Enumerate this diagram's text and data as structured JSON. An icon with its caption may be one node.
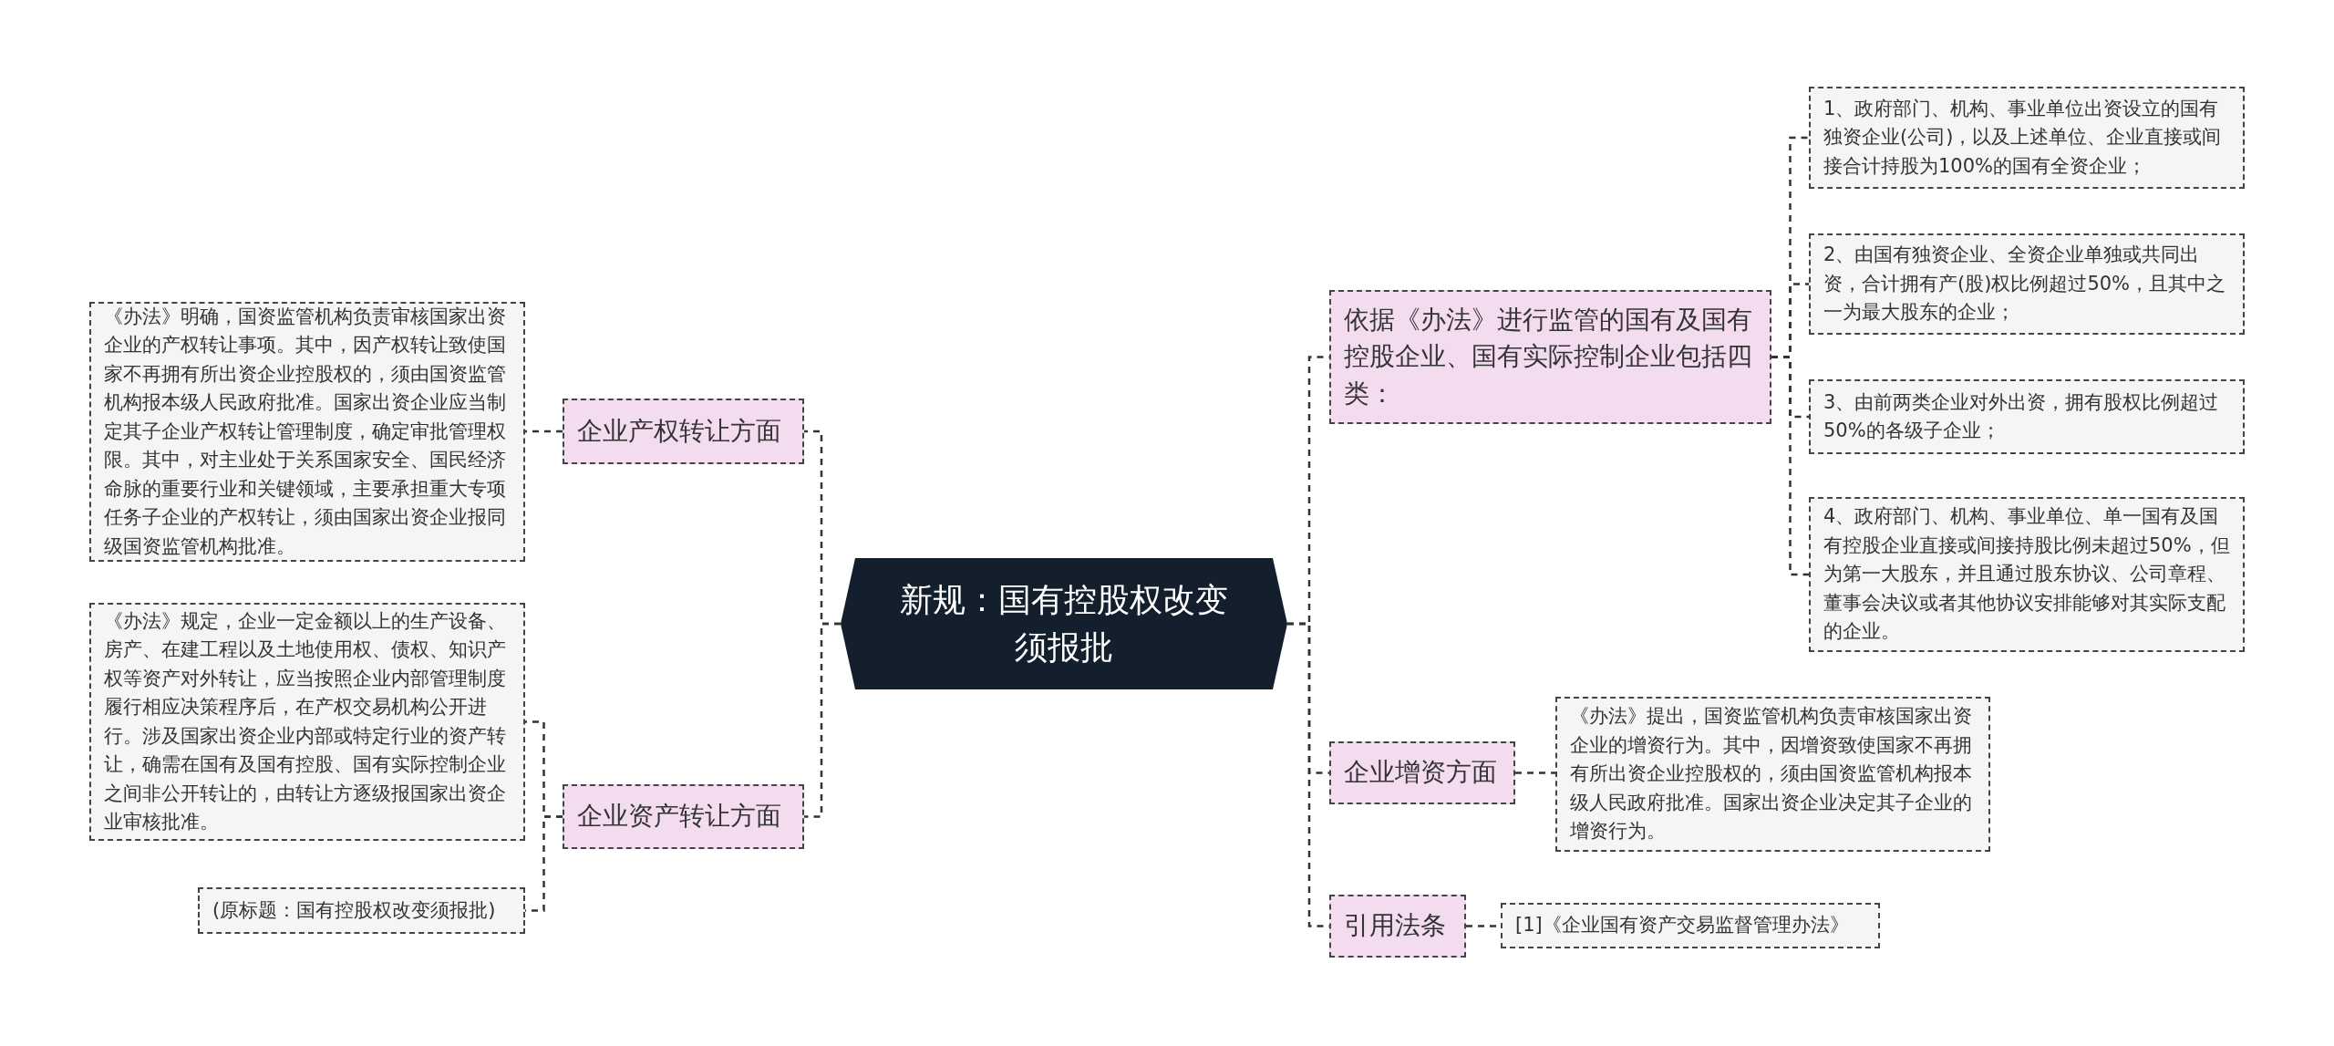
{
  "diagram": {
    "nodes": [
      {
        "text": [
          "新规：国有控股权改变须报批"
        ]
      },
      {
        "text": [
          "企业产权转让方面"
        ]
      },
      {
        "text": [
          "《办法》明确，国资监管机构负责审核国家出资企业的产权转让事项。其中，因产权转让致使国家不再拥有所出资企业控股权的，须由国资监管机构报本级人民政府批准。国家出资企业应当制定其子企业产权转让管理制度，确定审批管理权限。其中，对主业处于关系国家安全、国民经济命脉的重要行业和关键领域，主要承担重大专项任务子企业的产权转让，须由国家出资企业报同级国资监管机构批准。"
        ]
      },
      {
        "text": [
          "企业资产转让方面"
        ]
      },
      {
        "text": [
          "《办法》规定，企业一定金额以上的生产设备、房产、在建工程以及土地使用权、债权、知识产权等资产对外转让，应当按照企业内部管理制度履行相应决策程序后，在产权交易机构公开进行。涉及国家出资企业内部或特定行业的资产转让，确需在国有及国有控股、国有实际控制企业之间非公开转让的，由转让方逐级报国家出资企业审核批准。"
        ]
      },
      {
        "text": [
          "(原标题：国有控股权改变须报批)"
        ]
      },
      {
        "text": [
          "依据《办法》进行监管的国有及国有控股企业、国有实际控制企业包括四类："
        ]
      },
      {
        "text": [
          "1、政府部门、机构、事业单位出资设立的国有独资企业(公司)，以及上述单位、企业直接或间接合计持股为100%的国有全资企业；"
        ]
      },
      {
        "text": [
          "2、由国有独资企业、全资企业单独或共同出资，合计拥有产(股)权比例超过50%，且其中之一为最大股东的企业；"
        ]
      },
      {
        "text": [
          "3、由前两类企业对外出资，拥有股权比例超过50%的各级子企业；"
        ]
      },
      {
        "text": [
          "4、政府部门、机构、事业单位、单一国有及国有控股企业直接或间接持股比例未超过50%，但为第一大股东，并且通过股东协议、公司章程、董事会决议或者其他协议安排能够对其实际支配的企业。"
        ]
      },
      {
        "text": [
          "企业增资方面"
        ]
      },
      {
        "text": [
          "《办法》提出，国资监管机构负责审核国家出资企业的增资行为。其中，因增资致使国家不再拥有所出资企业控股权的，须由国资监管机构报本级人民政府批准。国家出资企业决定其子企业的增资行为。"
        ]
      },
      {
        "text": [
          "引用法条"
        ]
      },
      {
        "text": [
          "[1]《企业国有资产交易监督管理办法》"
        ]
      }
    ],
    "edges": [
      {
        "from": 0,
        "to": 1,
        "arrow": "none",
        "style": "dashed"
      },
      {
        "from": 1,
        "to": 2,
        "arrow": "none",
        "style": "dashed"
      },
      {
        "from": 0,
        "to": 3,
        "arrow": "none",
        "style": "dashed"
      },
      {
        "from": 3,
        "to": 4,
        "arrow": "none",
        "style": "dashed"
      },
      {
        "from": 3,
        "to": 5,
        "arrow": "none",
        "style": "dashed"
      },
      {
        "from": 0,
        "to": 6,
        "arrow": "none",
        "style": "dashed"
      },
      {
        "from": 6,
        "to": 7,
        "arrow": "none",
        "style": "dashed"
      },
      {
        "from": 6,
        "to": 8,
        "arrow": "none",
        "style": "dashed"
      },
      {
        "from": 6,
        "to": 9,
        "arrow": "none",
        "style": "dashed"
      },
      {
        "from": 6,
        "to": 10,
        "arrow": "none",
        "style": "dashed"
      },
      {
        "from": 0,
        "to": 11,
        "arrow": "none",
        "style": "dashed"
      },
      {
        "from": 11,
        "to": 12,
        "arrow": "none",
        "style": "dashed"
      },
      {
        "from": 0,
        "to": 13,
        "arrow": "none",
        "style": "dashed"
      },
      {
        "from": 13,
        "to": 14,
        "arrow": "none",
        "style": "dashed"
      }
    ]
  }
}
